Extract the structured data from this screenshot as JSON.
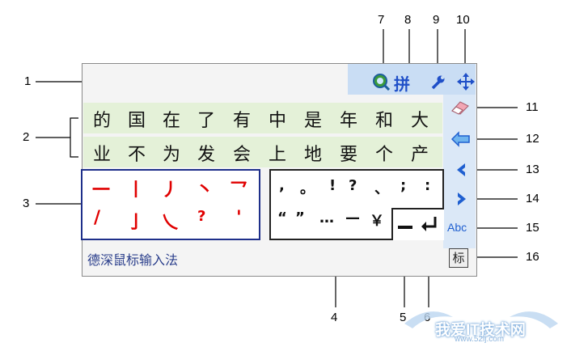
{
  "callouts": [
    "1",
    "2",
    "3",
    "4",
    "5",
    "6",
    "7",
    "8",
    "9",
    "10",
    "11",
    "12",
    "13",
    "14",
    "15",
    "16"
  ],
  "toolbar": {
    "pinyin_label": "拼"
  },
  "candidates": {
    "row1": [
      "的",
      "国",
      "在",
      "了",
      "有",
      "中",
      "是",
      "年",
      "和",
      "大"
    ],
    "row2": [
      "业",
      "不",
      "为",
      "发",
      "会",
      "上",
      "地",
      "要",
      "个",
      "产"
    ]
  },
  "strokes": {
    "row1": [
      "一",
      "丨",
      "丿",
      "丶",
      "乛"
    ],
    "row2": [
      "/",
      "亅",
      "乀",
      "?",
      "'"
    ]
  },
  "punctuation": {
    "row1": [
      ",",
      "。",
      "!",
      "?",
      "、",
      ";",
      ":"
    ],
    "row2": [
      "“",
      "”",
      "…",
      "—",
      "￥"
    ]
  },
  "side": {
    "abc_label": "Abc",
    "biao_label": "标"
  },
  "footer": {
    "brand": "德深鼠标输入法"
  },
  "watermark": {
    "title": "我爱IT技术网",
    "url": "www.52ij.com"
  },
  "colors": {
    "toolbar_bg": "#c9ddf4",
    "candidate_bg": "#e4f1d8",
    "stroke_red": "#e00000",
    "box_blue": "#1e2f8a",
    "side_blue": "#1f5fd0"
  }
}
